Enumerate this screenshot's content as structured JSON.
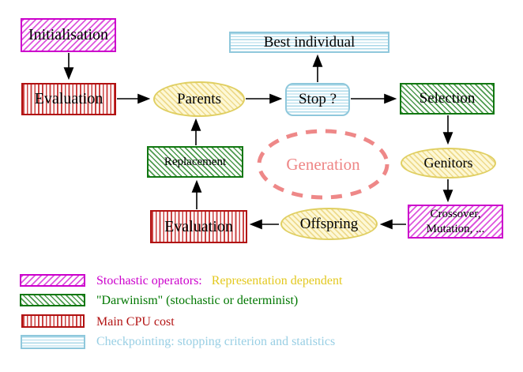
{
  "nodes": {
    "initialisation": "Initialisation",
    "evaluation_top": "Evaluation",
    "parents": "Parents",
    "stop": "Stop ?",
    "best_individual": "Best individual",
    "selection": "Selection",
    "genitors": "Genitors",
    "crossover_line1": "Crossover,",
    "crossover_line2": "Mutation, ...",
    "offspring": "Offspring",
    "evaluation_bottom": "Evaluation",
    "replacement": "Replacement",
    "generation": "Generation"
  },
  "legend": {
    "row1_label": "Stochastic operators:",
    "row1_suffix": "Representation dependent",
    "row2_label": "\"Darwinism\" (stochastic or determinist)",
    "row3_label": "Main CPU cost",
    "row4_label": "Checkpointing: stopping criterion and statistics"
  },
  "colors": {
    "magenta": "#cc00cc",
    "dark_green": "#117711",
    "dark_red": "#b31414",
    "light_blue": "#99cfe4",
    "gold": "#e3c81e",
    "salmon": "#ee8585",
    "yellow_border": "#e0cf62"
  }
}
